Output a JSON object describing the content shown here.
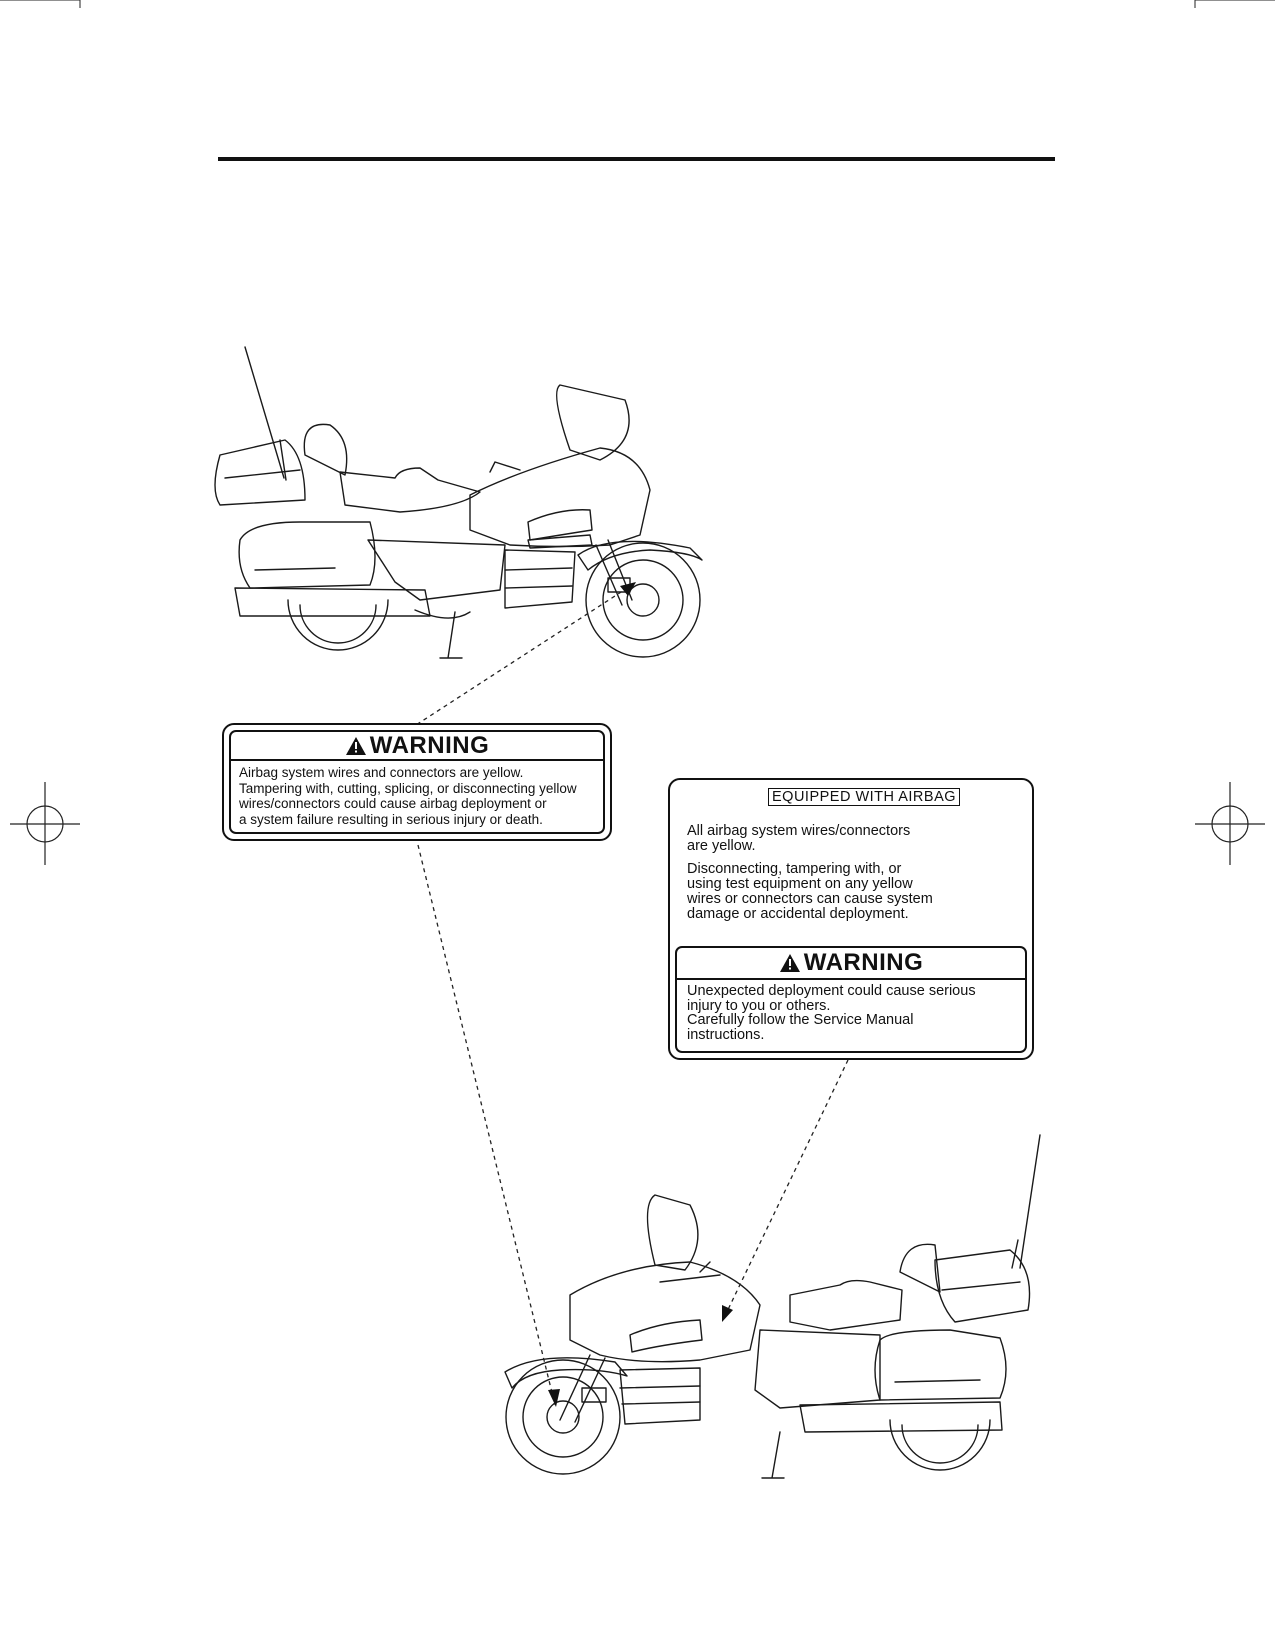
{
  "label_left": {
    "heading": "WARNING",
    "lines": [
      "Airbag system wires and connectors are yellow.",
      "Tampering with, cutting, splicing, or disconnecting yellow",
      "wires/connectors could cause airbag deployment or",
      "a system failure resulting in serious injury or death."
    ]
  },
  "label_right": {
    "tag": "EQUIPPED WITH AIRBAG",
    "paragraph1": [
      "All airbag system wires/connectors",
      "are yellow."
    ],
    "paragraph2": [
      "Disconnecting, tampering with, or",
      "using test equipment on any yellow",
      "wires or connectors can cause system",
      "damage or accidental deployment."
    ],
    "warning": {
      "heading": "WARNING",
      "lines": [
        "Unexpected deployment could cause serious",
        "injury to you or others.",
        "Carefully follow the Service Manual",
        "instructions."
      ]
    }
  }
}
